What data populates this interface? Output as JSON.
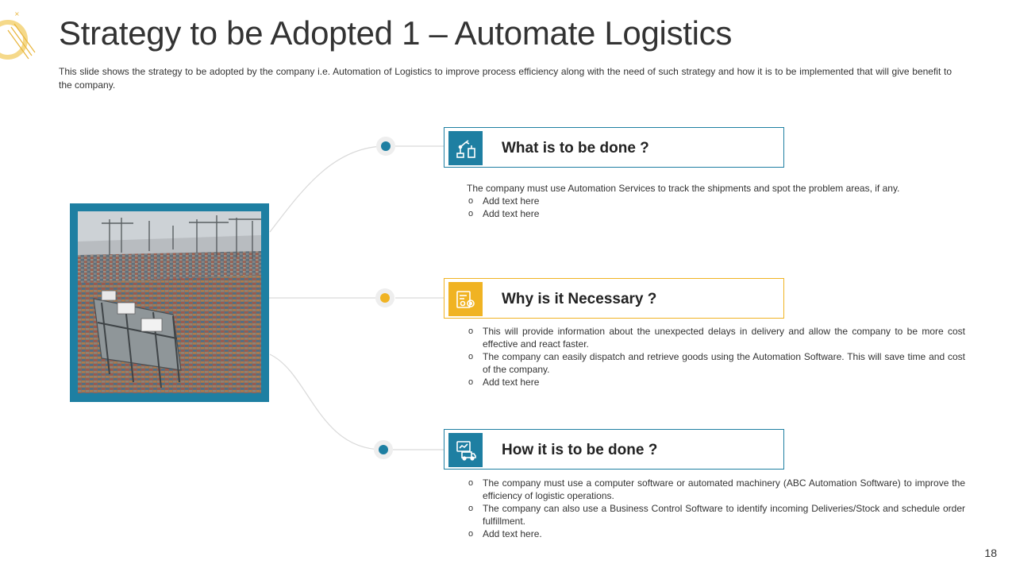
{
  "slide": {
    "title": "Strategy to be Adopted 1 – Automate Logistics",
    "subtitle": "This slide shows the strategy to be adopted by the company i.e. Automation of Logistics to improve  process efficiency along with the need of such strategy and how it is to be implemented that will give  benefit  to the company.",
    "page_number": "18"
  },
  "colors": {
    "accent_blue": "#1e7fa2",
    "accent_yellow": "#f0b323"
  },
  "sections": [
    {
      "heading": "What is to be done ?",
      "icon": "robot-arm-icon",
      "lead": "The company must use Automation Services  to track the shipments and spot the problem areas,  if any.",
      "bullets": [
        "Add text here",
        "Add text here"
      ]
    },
    {
      "heading": "Why is it Necessary ?",
      "icon": "gear-document-icon",
      "lead": "",
      "bullets": [
        "This will provide  information  about the unexpected delays in delivery  and allow the company to be more cost effective  and react faster.",
        "The company can easily dispatch and retrieve  goods using the Automation Software.  This will save time and cost of the company.",
        "Add text here"
      ]
    },
    {
      "heading": "How it is to be done ?",
      "icon": "truck-screen-icon",
      "lead": "",
      "bullets": [
        "The company must use a computer software  or automated machinery (ABC Automation Software)  to improve  the efficiency of logistic operations.",
        "The company can also use a Business Control  Software  to identify incoming Deliveries/Stock  and schedule order fulfillment.",
        "Add text here."
      ]
    }
  ]
}
